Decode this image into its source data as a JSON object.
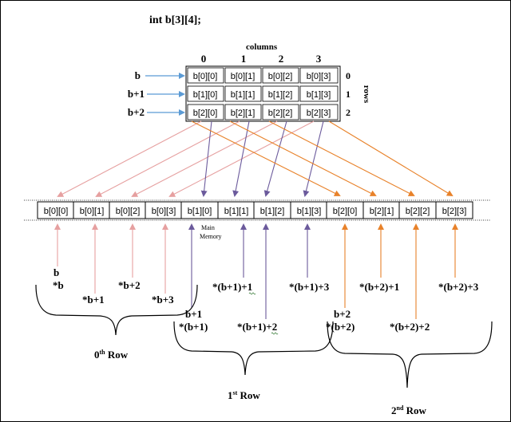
{
  "declaration": "int b[3][4];",
  "columns_label": "columns",
  "rows_label": "rows",
  "col_indices": [
    "0",
    "1",
    "2",
    "3"
  ],
  "row_indices": [
    "0",
    "1",
    "2"
  ],
  "row_pointers": [
    "b",
    "b+1",
    "b+2"
  ],
  "grid": [
    [
      "b[0][0]",
      "b[0][1]",
      "b[0][2]",
      "b[0][3]"
    ],
    [
      "b[1][0]",
      "b[1][1]",
      "b[1][2]",
      "b[1][3]"
    ],
    [
      "b[2][0]",
      "b[2][1]",
      "b[2][2]",
      "b[2][3]"
    ]
  ],
  "memory_cells": [
    "b[0][0]",
    "b[0][1]",
    "b[0][2]",
    "b[0][3]",
    "b[1][0]",
    "b[1][1]",
    "b[1][2]",
    "b[1][3]",
    "b[2][0]",
    "b[2][1]",
    "b[2][2]",
    "b[2][3]"
  ],
  "memory_label_line1": "Main",
  "memory_label_line2": "Memory",
  "expr": {
    "b": "b",
    "star_b": "*b",
    "b1": "*b+1",
    "b2": "*b+2",
    "b3": "*b+3",
    "r1_ptr": "b+1",
    "r1_0": "*(b+1)",
    "r1_1": "*(b+1)+1",
    "r1_2": "*(b+1)+2",
    "r1_3": "*(b+1)+3",
    "r2_ptr": "b+2",
    "r2_0": "*(b+2)",
    "r2_1": "*(b+2)+1",
    "r2_2": "*(b+2)+2",
    "r2_3": "*(b+2)+3"
  },
  "row_labels": [
    {
      "base": "0",
      "sup": "th",
      "word": " Row"
    },
    {
      "base": "1",
      "sup": "st",
      "word": " Row"
    },
    {
      "base": "2",
      "sup": "nd",
      "word": " Row"
    }
  ],
  "colors": {
    "row0": "#e6a0a0",
    "row1": "#6b5a9c",
    "row2": "#e8822a",
    "pointer": "#5b9bd5",
    "line": "#000000"
  }
}
